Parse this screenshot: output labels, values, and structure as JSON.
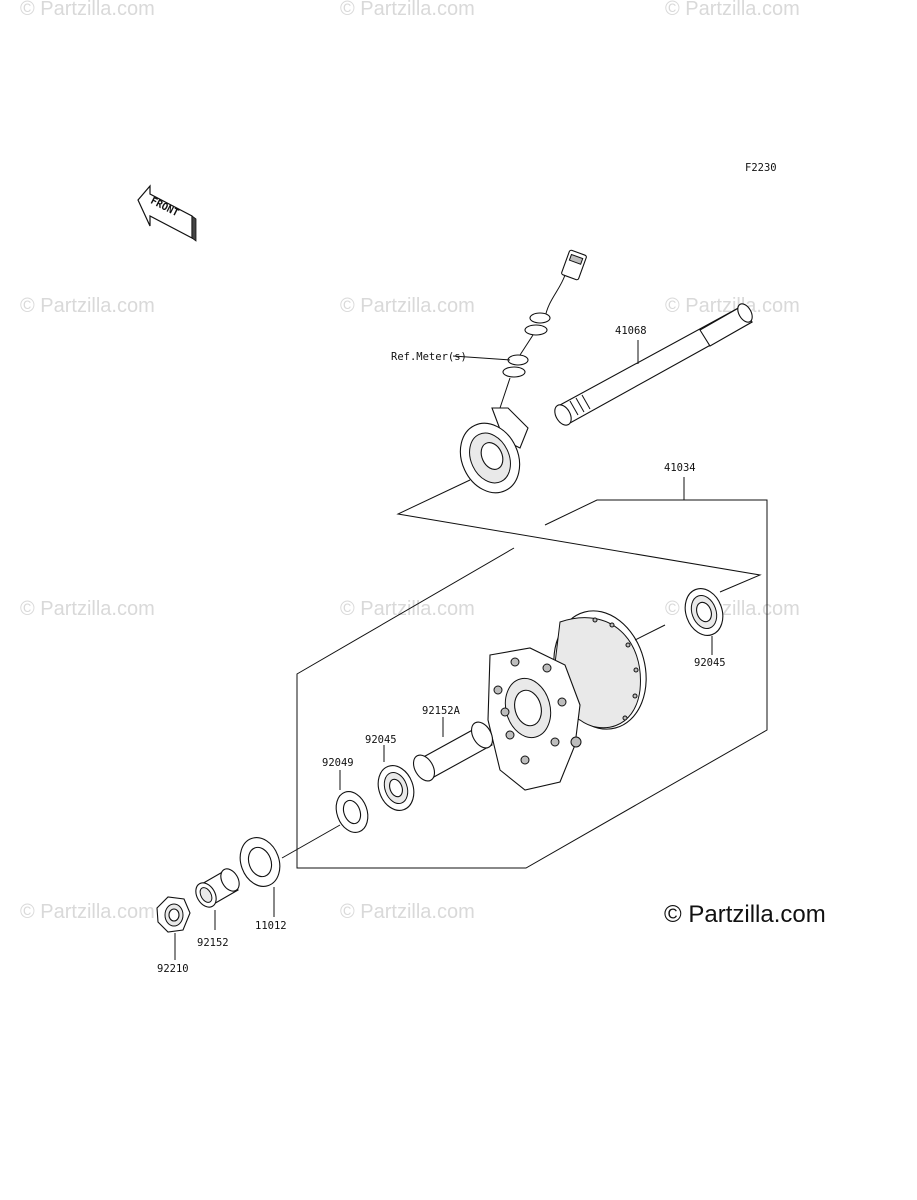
{
  "diagram": {
    "figure_code": "F2230",
    "front_label": "FRONT",
    "ref_label": "Ref.Meter(s)",
    "copyright": "© Partzilla.com",
    "watermark": "© Partzilla.com",
    "parts": {
      "axle": "41068",
      "hub": "41034",
      "bearing_right": "92045",
      "bearing_left": "92045",
      "spacer_long": "92152A",
      "oil_seal": "92049",
      "collar": "11012",
      "collar_small": "92152",
      "nut": "92210"
    }
  }
}
